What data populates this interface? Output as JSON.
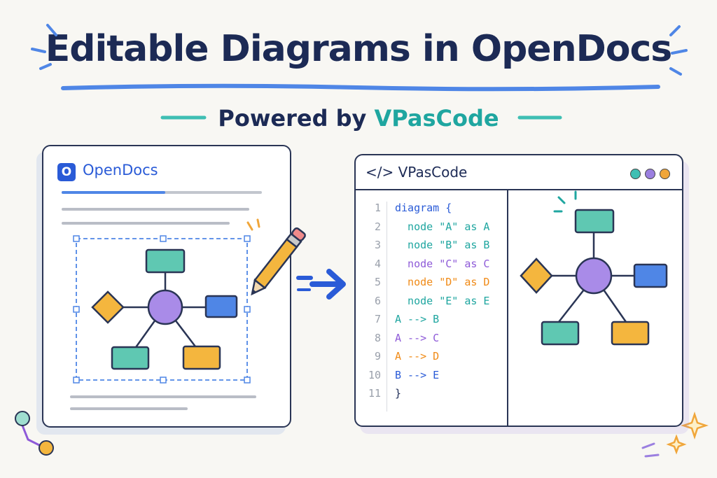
{
  "title": "Editable Diagrams in OpenDocs",
  "subtitle": {
    "prefix": "Powered by ",
    "brand": "VPasCode"
  },
  "opendocs": {
    "logo_letter": "O",
    "app_name": "OpenDocs"
  },
  "vpascode": {
    "header_icon": "</>",
    "title": "VPasCode",
    "window_dots": [
      "#3fbfb3",
      "#9b7fe0",
      "#f0a63a"
    ],
    "code_lines": [
      {
        "n": "1",
        "text": "diagram {",
        "color": "#2a5bd7"
      },
      {
        "n": "2",
        "text": "  node \"A\" as A",
        "color": "#1fa6a0"
      },
      {
        "n": "3",
        "text": "  node \"B\" as B",
        "color": "#1fa6a0"
      },
      {
        "n": "4",
        "text": "  node \"C\" as C",
        "color": "#8e5ad8"
      },
      {
        "n": "5",
        "text": "  node \"D\" as D",
        "color": "#f08a16"
      },
      {
        "n": "6",
        "text": "  node \"E\" as E",
        "color": "#1fa6a0"
      },
      {
        "n": "7",
        "text": "A --> B",
        "color": "#1fa6a0"
      },
      {
        "n": "8",
        "text": "A --> C",
        "color": "#8e5ad8"
      },
      {
        "n": "9",
        "text": "A --> D",
        "color": "#f08a16"
      },
      {
        "n": "10",
        "text": "B --> E",
        "color": "#2a5bd7"
      },
      {
        "n": "11",
        "text": "}",
        "color": "#1c2a55"
      }
    ]
  },
  "colors": {
    "teal": "#5fc8b2",
    "purple": "#a98be8",
    "blue": "#4f86e6",
    "orange": "#f4b63e",
    "ink": "#1c2a55"
  }
}
